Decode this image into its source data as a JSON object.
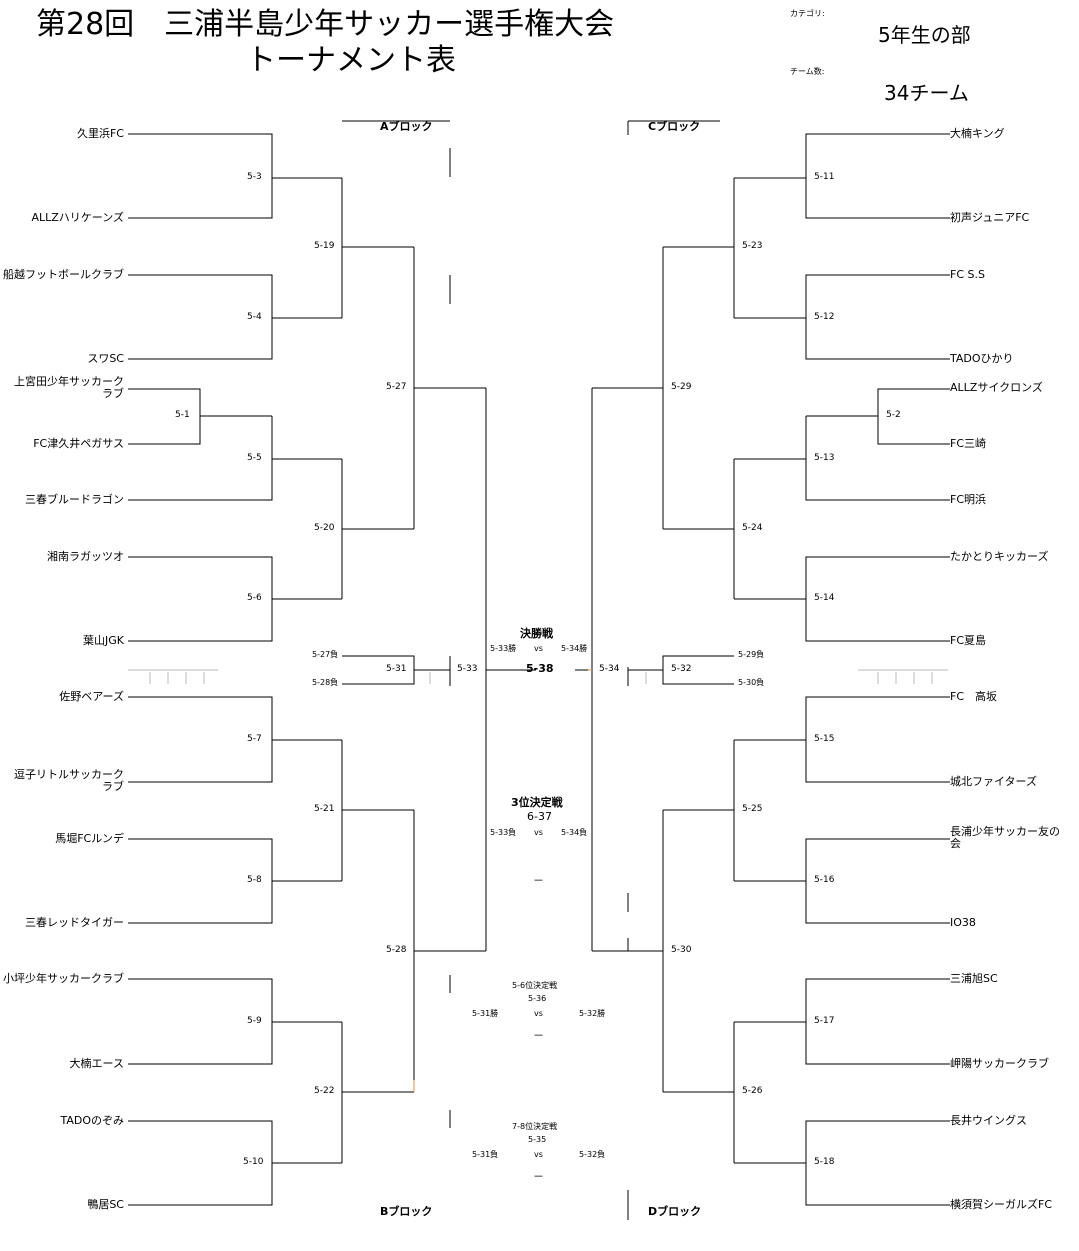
{
  "title_line1": "第28回　三浦半島少年サッカー選手権大会",
  "title_line2": "トーナメント表",
  "category_label": "カテゴリ:",
  "category_value": "5年生の部",
  "teamcount_label": "チーム数:",
  "teamcount_value": "34チーム",
  "blocks": {
    "a": "Aブロック",
    "b": "Bブロック",
    "c": "Cブロック",
    "d": "Dブロック"
  },
  "left_teams": [
    "久里浜FC",
    "ALLZハリケーンズ",
    "船越フットボールクラブ",
    "スワSC",
    "上宮田少年サッカークラブ",
    "FC津久井ペガサス",
    "三春ブルードラゴン",
    "湘南ラガッツオ",
    "葉山JGK",
    "佐野ベアーズ",
    "逗子リトルサッカークラブ",
    "馬堀FCルンデ",
    "三春レッドタイガー",
    "小坪少年サッカークラブ",
    "大楠エース",
    "TADOのぞみ",
    "鴨居SC"
  ],
  "right_teams": [
    "大楠キング",
    "初声ジュニアFC",
    "FC S.S",
    "TADOひかり",
    "ALLZサイクロンズ",
    "FC三崎",
    "FC明浜",
    "たかとりキッカーズ",
    "FC夏島",
    "FC　高坂",
    "城北ファイターズ",
    "長浦少年サッカー友の会",
    "IO38",
    "三浦旭SC",
    "岬陽サッカークラブ",
    "長井ウイングス",
    "横須賀シーガルズFC"
  ],
  "left_matches": [
    "5-3",
    "5-4",
    "5-1",
    "5-5",
    "5-6",
    "5-7",
    "5-8",
    "5-9",
    "5-10",
    "5-19",
    "5-20",
    "5-21",
    "5-22",
    "5-27",
    "5-28",
    "5-31",
    "5-33"
  ],
  "right_matches": [
    "5-11",
    "5-12",
    "5-2",
    "5-13",
    "5-14",
    "5-15",
    "5-16",
    "5-17",
    "5-18",
    "5-23",
    "5-24",
    "5-25",
    "5-26",
    "5-29",
    "5-30",
    "5-32",
    "5-34"
  ],
  "small_labels": {
    "w27l": "5-27負",
    "w28l": "5-28負",
    "w29l": "5-29負",
    "w30l": "5-30負"
  },
  "final": {
    "heading": "決勝戦",
    "left": "5-33勝",
    "vs": "vs",
    "right": "5-34勝",
    "code": "5-38"
  },
  "third": {
    "heading": "3位決定戦",
    "code": "6-37",
    "left": "5-33負",
    "vs": "vs",
    "right": "5-34負",
    "dash": "－"
  },
  "fifth": {
    "heading": "5-6位決定戦",
    "code": "5-36",
    "left": "5-31勝",
    "vs": "vs",
    "right": "5-32勝",
    "dash": "－"
  },
  "seventh": {
    "heading": "7-8位決定戦",
    "code": "5-35",
    "left": "5-31負",
    "vs": "vs",
    "right": "5-32負",
    "dash": "－"
  }
}
